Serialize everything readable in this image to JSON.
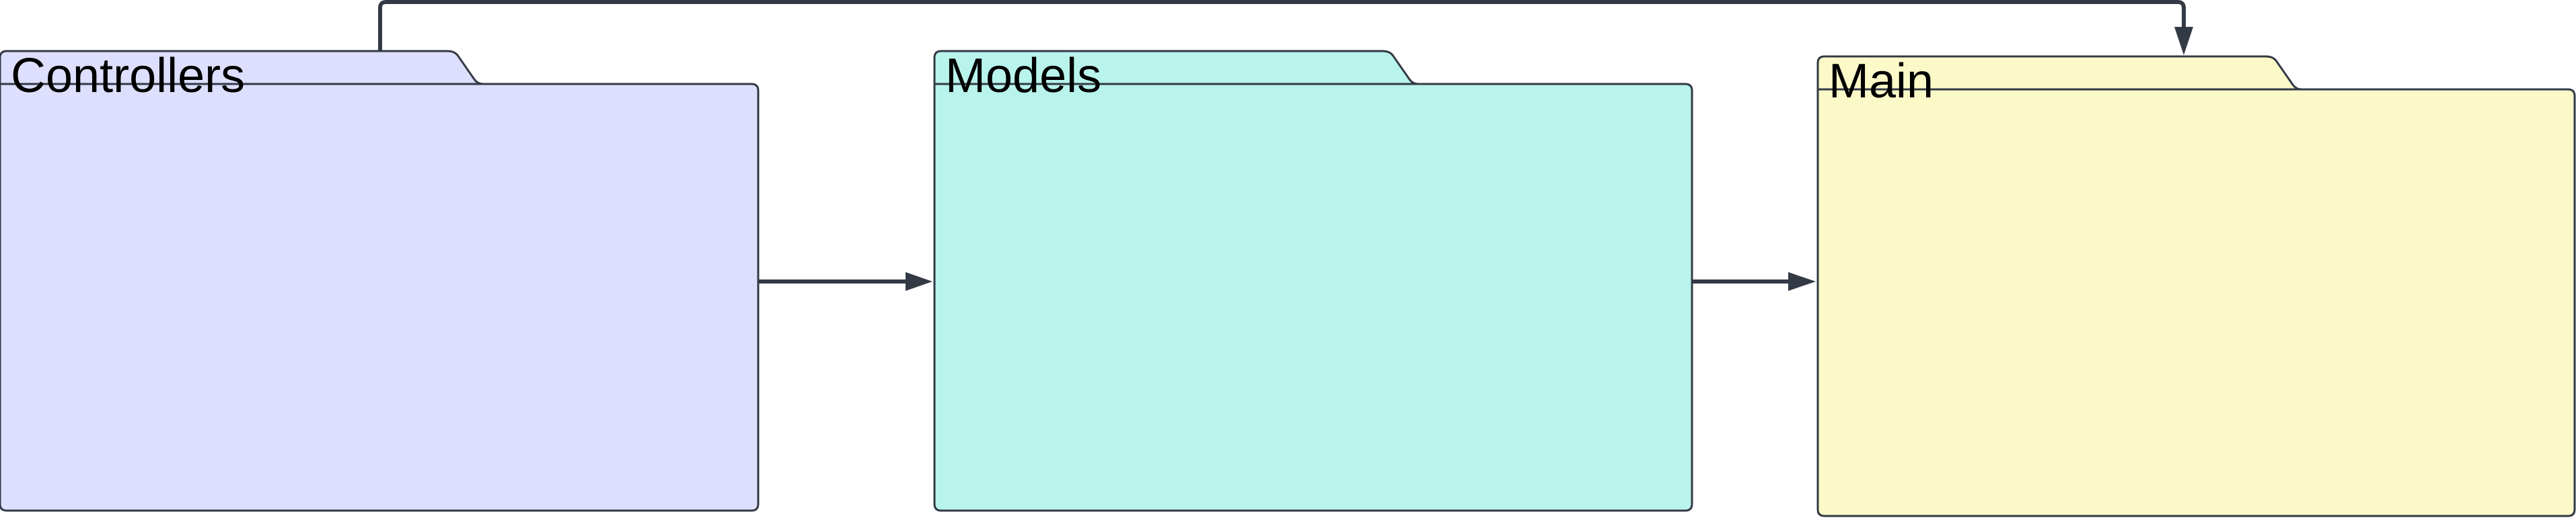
{
  "diagram": {
    "packages": [
      {
        "id": "controllers",
        "label": "Controllers",
        "color": "#dedffe"
      },
      {
        "id": "models",
        "label": "Models",
        "color": "#b8f4ec"
      },
      {
        "id": "main",
        "label": "Main",
        "color": "#fbf9c8"
      }
    ],
    "edges": [
      {
        "from": "Controllers",
        "to": "Models"
      },
      {
        "from": "Models",
        "to": "Main"
      },
      {
        "from": "Controllers",
        "to": "Main"
      }
    ],
    "colors": {
      "line": "#333a45",
      "text": "#000000",
      "background": "#ffffff"
    }
  }
}
